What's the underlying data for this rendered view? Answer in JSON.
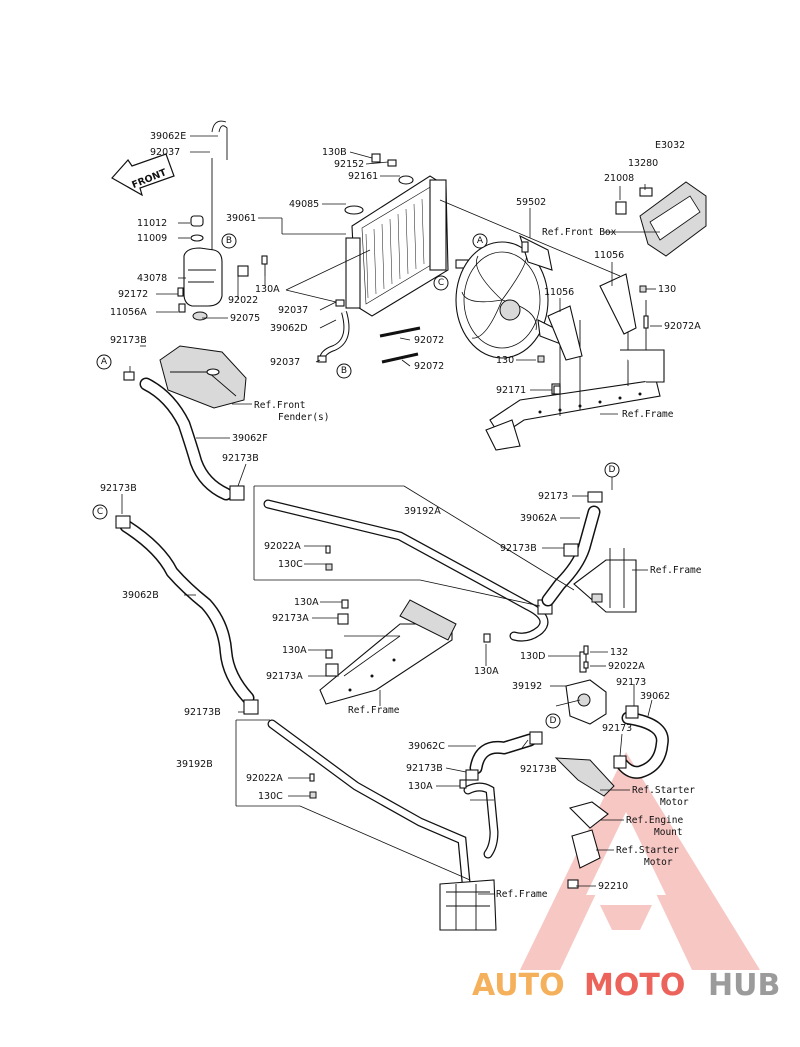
{
  "diagram_code": "E3032",
  "front_arrow": "FRONT",
  "part_numbers": {
    "p39062E": "39062E",
    "p92037_top": "92037",
    "p11012": "11012",
    "p11009": "11009",
    "p43078": "43078",
    "p92172": "92172",
    "p11056A": "11056A",
    "p92173B_a": "92173B",
    "p130A_tank": "130A",
    "p92022_tank": "92022",
    "p92075": "92075",
    "p130B": "130B",
    "p92152": "92152",
    "p92161": "92161",
    "p39061": "39061",
    "p49085": "49085",
    "p92037_mid": "92037",
    "p39062D": "39062D",
    "p92037_low": "92037",
    "p92072_a": "92072",
    "p92072_b": "92072",
    "p59502": "59502",
    "p13280": "13280",
    "p21008": "21008",
    "p11056_a": "11056",
    "p11056_b": "11056",
    "p130_right": "130",
    "p92072A": "92072A",
    "p130_fan": "130",
    "p92171": "92171",
    "p39062F": "39062F",
    "p92173B_b": "92173B",
    "p92173B_c": "92173B",
    "p39192A": "39192A",
    "p92022A_a": "92022A",
    "p130C_a": "130C",
    "p92173_d": "92173",
    "p39062A": "39062A",
    "p92173B_d": "92173B",
    "p39062B": "39062B",
    "p130A_a": "130A",
    "p92173A_a": "92173A",
    "p130A_b": "130A",
    "p92173A_b": "92173A",
    "p130A_c": "130A",
    "p130D": "130D",
    "p132": "132",
    "p92022A_b": "92022A",
    "p39192": "39192",
    "p92173_e": "92173",
    "p39062": "39062",
    "p92173_f": "92173",
    "p92173B_e": "92173B",
    "p39192B": "39192B",
    "p92022A_c": "92022A",
    "p130C_b": "130C",
    "p39062C": "39062C",
    "p92173B_f": "92173B",
    "p92173B_g": "92173B",
    "p130A_d": "130A",
    "p92210": "92210"
  },
  "references": {
    "front_fender_1": "Ref.Front",
    "front_fender_2": "Fender(s)",
    "front_box": "Ref.Front Box",
    "frame_1": "Ref.Frame",
    "frame_2": "Ref.Frame",
    "frame_3": "Ref.Frame",
    "frame_4": "Ref.Frame",
    "starter_1a": "Ref.Starter",
    "starter_1b": "Motor",
    "engine_a": "Ref.Engine",
    "engine_b": "Mount",
    "starter_2a": "Ref.Starter",
    "starter_2b": "Motor"
  },
  "connectors": {
    "A1": "A",
    "A2": "A",
    "B1": "B",
    "B2": "B",
    "C1": "C",
    "C2": "C",
    "D1": "D",
    "D2": "D"
  },
  "watermark": {
    "auto": "AUTO",
    "moto": "MOTO",
    "hub": "HUB"
  },
  "colors": {
    "watermark_red": "#e8483f",
    "watermark_orange": "#f4a340",
    "watermark_gray": "#8a8a8a",
    "line": "#111111"
  }
}
